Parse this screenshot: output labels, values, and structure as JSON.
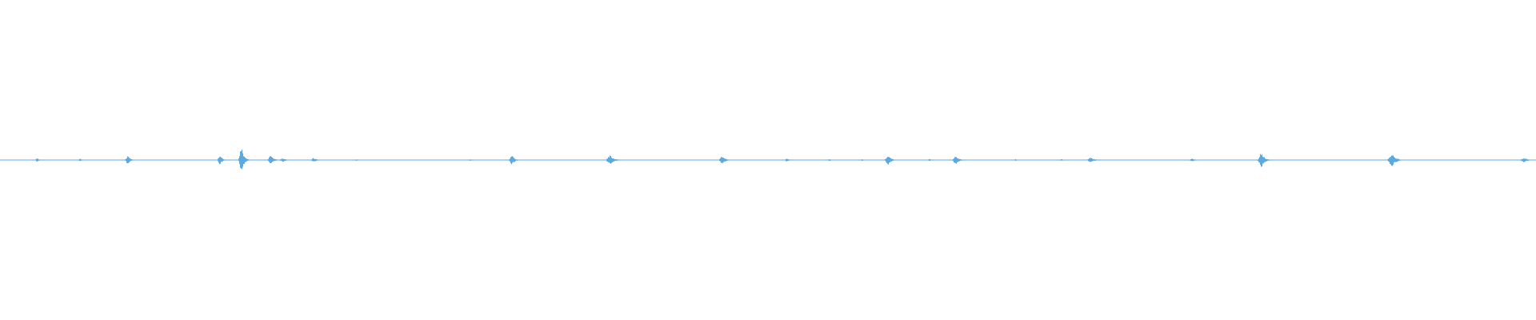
{
  "waveform": {
    "color": "#5aa9e0",
    "background": "#ffffff",
    "amplitude_scale": 0.145,
    "floor_amplitude": 0.004,
    "bursts": [
      {
        "pos": 0.024,
        "amp": 0.02,
        "width": 0.002
      },
      {
        "pos": 0.052,
        "amp": 0.015,
        "width": 0.002
      },
      {
        "pos": 0.083,
        "amp": 0.045,
        "width": 0.0025
      },
      {
        "pos": 0.143,
        "amp": 0.05,
        "width": 0.0025
      },
      {
        "pos": 0.157,
        "amp": 0.14,
        "width": 0.0025
      },
      {
        "pos": 0.176,
        "amp": 0.05,
        "width": 0.003
      },
      {
        "pos": 0.184,
        "amp": 0.02,
        "width": 0.004
      },
      {
        "pos": 0.204,
        "amp": 0.025,
        "width": 0.003
      },
      {
        "pos": 0.232,
        "amp": 0.01,
        "width": 0.002
      },
      {
        "pos": 0.306,
        "amp": 0.01,
        "width": 0.002
      },
      {
        "pos": 0.333,
        "amp": 0.06,
        "width": 0.0025
      },
      {
        "pos": 0.397,
        "amp": 0.05,
        "width": 0.004
      },
      {
        "pos": 0.47,
        "amp": 0.045,
        "width": 0.003
      },
      {
        "pos": 0.512,
        "amp": 0.015,
        "width": 0.003
      },
      {
        "pos": 0.54,
        "amp": 0.012,
        "width": 0.002
      },
      {
        "pos": 0.561,
        "amp": 0.01,
        "width": 0.002
      },
      {
        "pos": 0.578,
        "amp": 0.055,
        "width": 0.003
      },
      {
        "pos": 0.605,
        "amp": 0.012,
        "width": 0.002
      },
      {
        "pos": 0.622,
        "amp": 0.05,
        "width": 0.003
      },
      {
        "pos": 0.661,
        "amp": 0.01,
        "width": 0.002
      },
      {
        "pos": 0.691,
        "amp": 0.01,
        "width": 0.002
      },
      {
        "pos": 0.71,
        "amp": 0.025,
        "width": 0.004
      },
      {
        "pos": 0.776,
        "amp": 0.015,
        "width": 0.003
      },
      {
        "pos": 0.821,
        "amp": 0.09,
        "width": 0.003
      },
      {
        "pos": 0.906,
        "amp": 0.07,
        "width": 0.004
      },
      {
        "pos": 0.992,
        "amp": 0.025,
        "width": 0.004
      }
    ]
  }
}
